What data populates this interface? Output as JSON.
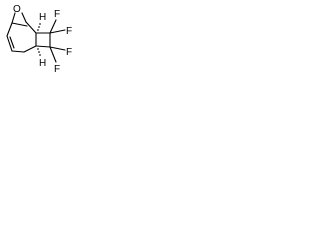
{
  "structure": {
    "atom_labels": {
      "oxygen": "O",
      "h_top": "H",
      "h_bottom": "H",
      "fluorines": [
        "F",
        "F",
        "F",
        "F"
      ]
    },
    "colors": {
      "bond": "#000000",
      "label": "#000000",
      "background": "#ffffff"
    }
  }
}
